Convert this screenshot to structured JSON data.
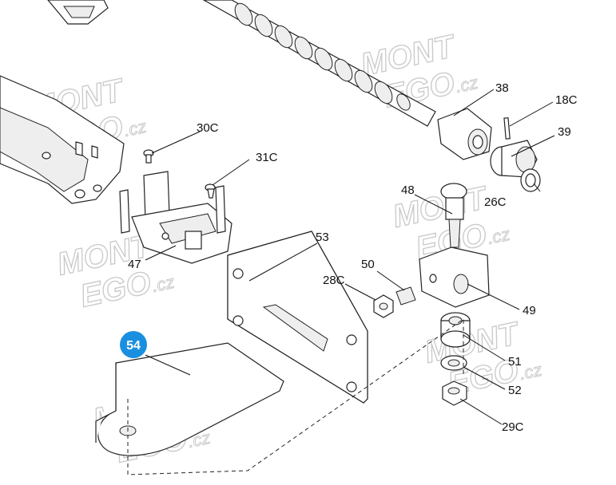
{
  "watermark": {
    "line1": "MONT",
    "line2": "EGO",
    "suffix": ".cz"
  },
  "highlight": {
    "number": "54",
    "color": "#1a8fe0"
  },
  "callouts": [
    {
      "id": "30C",
      "label": "30C"
    },
    {
      "id": "31C",
      "label": "31C"
    },
    {
      "id": "38",
      "label": "38"
    },
    {
      "id": "18C",
      "label": "18C"
    },
    {
      "id": "39",
      "label": "39"
    },
    {
      "id": "26C",
      "label": "26C"
    },
    {
      "id": "48",
      "label": "48"
    },
    {
      "id": "53",
      "label": "53"
    },
    {
      "id": "47",
      "label": "47"
    },
    {
      "id": "50",
      "label": "50"
    },
    {
      "id": "28C",
      "label": "28C"
    },
    {
      "id": "49",
      "label": "49"
    },
    {
      "id": "51",
      "label": "51"
    },
    {
      "id": "52",
      "label": "52"
    },
    {
      "id": "29C",
      "label": "29C"
    }
  ]
}
